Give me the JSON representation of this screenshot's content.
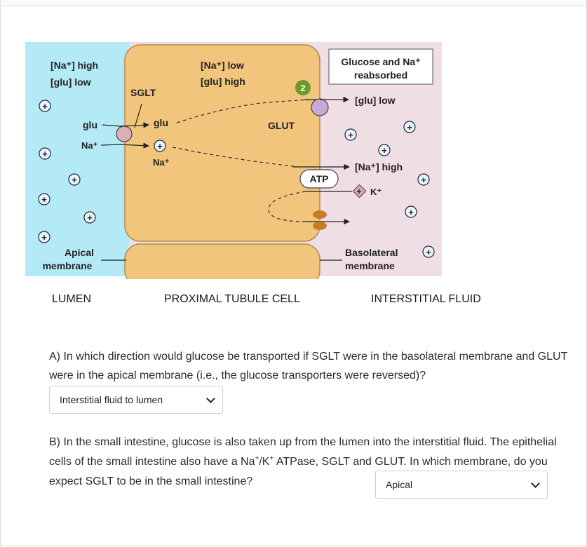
{
  "diagram": {
    "lumen_conc_1": "[Na⁺] high",
    "lumen_conc_2": "[glu] low",
    "cell_conc_1": "[Na⁺] low",
    "cell_conc_2": "[glu] high",
    "result_line_1": "Glucose and Na⁺",
    "result_line_2": "reabsorbed",
    "sglt_label": "SGLT",
    "glut_label": "GLUT",
    "atp_label": "ATP",
    "step_number": "2",
    "glu_left": "glu",
    "na_left": "Na⁺",
    "glu_cell": "glu",
    "na_cell": "Na⁺",
    "interstitial_glu": "[glu] low",
    "interstitial_na": "[Na⁺] high",
    "k_label": "K⁺",
    "apical_line_1": "Apical",
    "apical_line_2": "membrane",
    "basolateral_line_1": "Basolateral",
    "basolateral_line_2": "membrane",
    "colors": {
      "lumen": "#b4eaf6",
      "cell": "#f2c57c",
      "cell_border": "#b5894a",
      "interstitial": "#efdfe4",
      "glut": "#c8a8d6",
      "sglt": "#d9b0b4"
    }
  },
  "captions": {
    "lumen": "LUMEN",
    "cell": "PROXIMAL TUBULE CELL",
    "interstitial": "INTERSTITIAL FLUID"
  },
  "question_a": {
    "text": "A) In which direction would glucose be transported if SGLT were in the basolateral membrane and GLUT were in the apical membrane (i.e., the glucose transporters were reversed)?",
    "answer": "Interstitial fluid to lumen"
  },
  "question_b": {
    "text_before": "B) In the small intestine, glucose is also taken up from the lumen into the interstitial fluid. The epithelial cells of the small intestine also have a Na",
    "sup_1": "+",
    "text_middle": "/K",
    "sup_2": "+",
    "text_after": " ATPase, SGLT and GLUT. In which membrane, do you expect SGLT to be in the small intestine?",
    "answer": "Apical"
  }
}
